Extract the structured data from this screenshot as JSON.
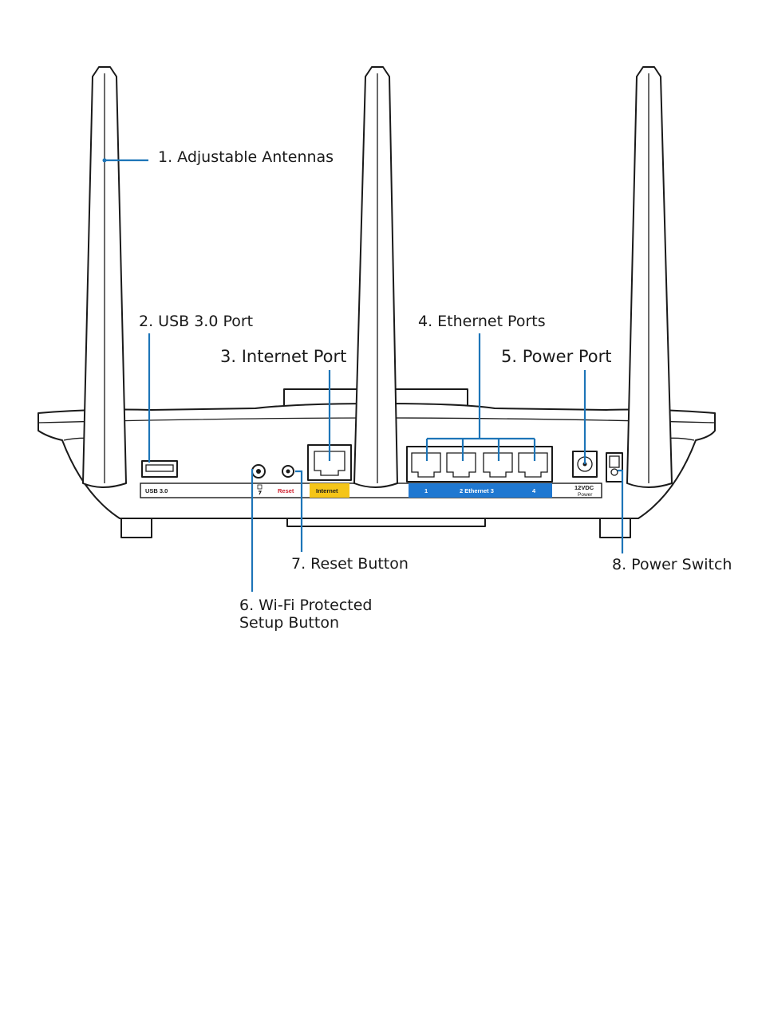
{
  "callouts": {
    "antennas": "1. Adjustable Antennas",
    "usb": "2. USB 3.0 Port",
    "internet": "3. Internet Port",
    "ethernet": "4. Ethernet Ports",
    "power_port": "5. Power Port",
    "wps_line1": "6. Wi-Fi Protected",
    "wps_line2": "Setup Button",
    "reset": "7. Reset Button",
    "power_switch": "8. Power Switch"
  },
  "panel": {
    "usb_label": "USB 3.0",
    "reset_label": "Reset",
    "internet_label": "Internet",
    "eth_1": "1",
    "eth_2_3": "2  Ethernet  3",
    "eth_4": "4",
    "power_label_1": "12VDC",
    "power_label_2": "Power"
  },
  "colors": {
    "leader": "#1d75b8",
    "internet_strip": "#f5c518",
    "ethernet_strip": "#1f78d1",
    "reset_text": "#d0202e",
    "outline": "#1a1a1a"
  }
}
